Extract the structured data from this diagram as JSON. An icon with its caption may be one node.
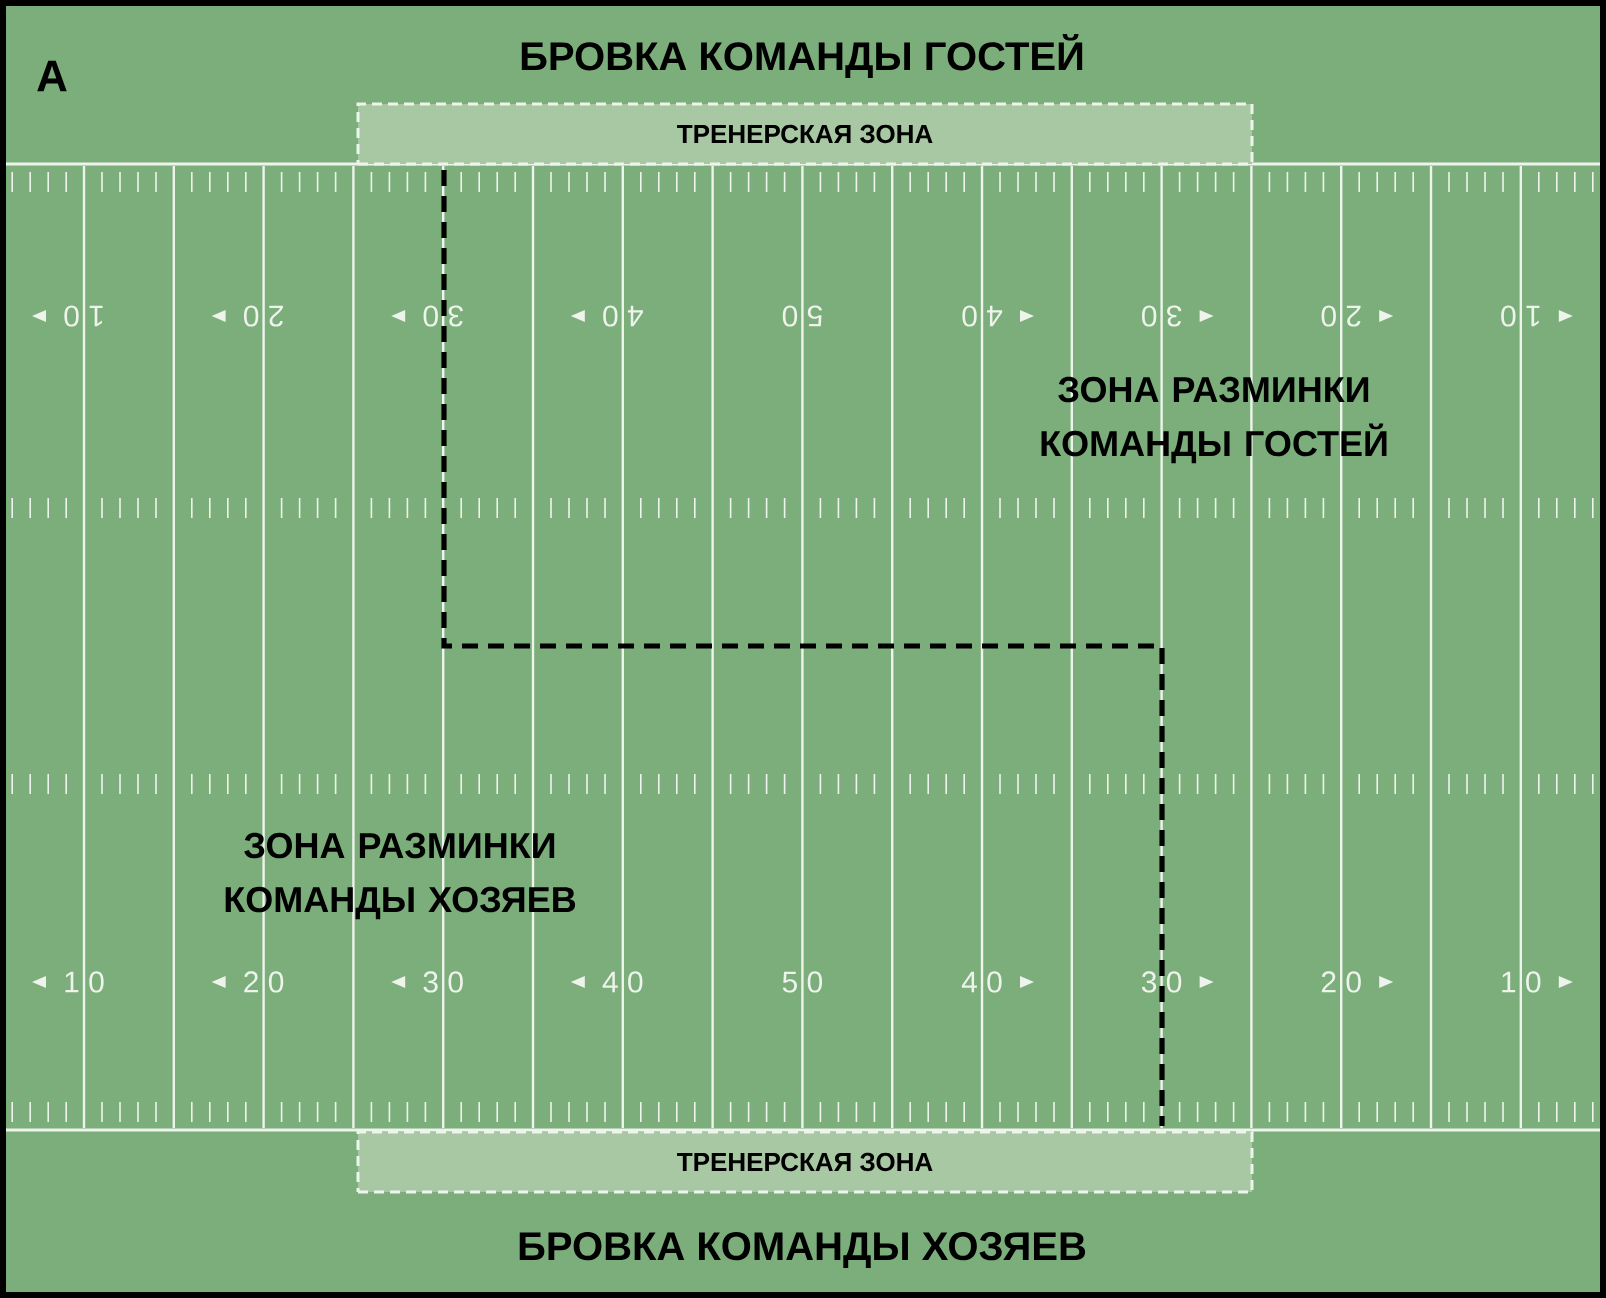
{
  "diagram": {
    "nodes": [
      {
        "text": [
          "ТРЕНЕРСКАЯ ЗОНА"
        ]
      },
      {
        "text": [
          "ТРЕНЕРСКАЯ ЗОНА"
        ]
      }
    ],
    "labels": [
      "A",
      "БРОВКА КОМАНДЫ ГОСТЕЙ",
      "1 0",
      "2 0",
      "3 0",
      "4 0",
      "5 0",
      "4 0",
      "3 0",
      "2 0",
      "1 0",
      "ЗОНА РАЗМИНКИ КОМАНДЫ ГОСТЕЙ",
      "ЗОНА РАЗМИНКИ КОМАНДЫ ХОЗЯЕВ",
      "1 0",
      "2 0",
      "3 0",
      "4 0",
      "5 0",
      "4 0",
      "3 0",
      "2 0",
      "1 0",
      "БРОВКА КОМАНДЫ ХОЗЯЕВ"
    ]
  }
}
